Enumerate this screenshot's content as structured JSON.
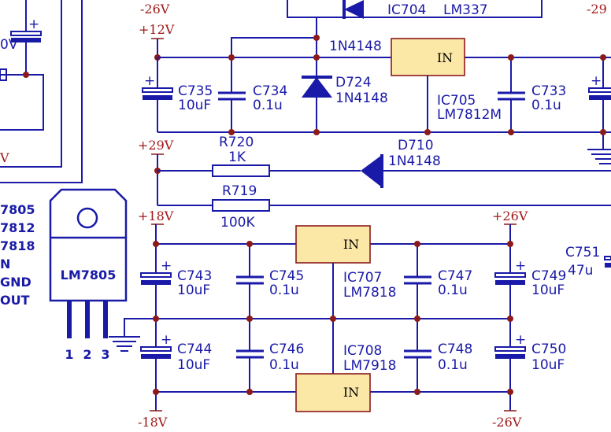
{
  "rails": {
    "top_minus26": "-26V",
    "top_right_29": "-29",
    "p12": "+12V",
    "p29": "+29V",
    "p18": "+18V",
    "p26": "+26V",
    "m18": "-18V",
    "m26": "-26V",
    "left_edge_v": "V",
    "left_edge_0v": "0V"
  },
  "components": {
    "ic704": "IC704",
    "ic704_part": "LM337",
    "d_top_part": "1N4148",
    "ic705_in": "IN",
    "ic705": "IC705",
    "ic705_part": "LM7812M",
    "c735": "C735",
    "c735_val": "10uF",
    "c734": "C734",
    "c734_val": "0.1u",
    "d724": "D724",
    "d724_part": "1N4148",
    "c733": "C733",
    "c733_val": "0.1u",
    "r720": "R720",
    "r720_val": "1K",
    "r719": "R719",
    "r719_val": "100K",
    "d710": "D710",
    "d710_part": "1N4148",
    "ic707_in": "IN",
    "ic707": "IC707",
    "ic707_part": "LM7818",
    "ic708_in": "IN",
    "ic708": "IC708",
    "ic708_part": "LM7918",
    "c743": "C743",
    "c743_val": "10uF",
    "c745": "C745",
    "c745_val": "0.1u",
    "c747": "C747",
    "c747_val": "0.1u",
    "c749": "C749",
    "c749_val": "10uF",
    "c751": "C751",
    "c751_val": "47u",
    "c744": "C744",
    "c744_val": "10uF",
    "c746": "C746",
    "c746_val": "0.1u",
    "c748": "C748",
    "c748_val": "0.1u",
    "c750": "C750",
    "c750_val": "10uF"
  },
  "package": {
    "name": "LM7805",
    "pin1": "1",
    "pin2": "2",
    "pin3": "3",
    "legend": [
      "7805",
      "7812",
      "7818",
      "N",
      "GND",
      "OUT"
    ]
  },
  "colors": {
    "wire": "#1a1aa8",
    "rail_label": "#a01818",
    "ic_fill": "#fbe7a6",
    "ic_border": "#8b1a1a",
    "junction": "#8b1a1a"
  }
}
